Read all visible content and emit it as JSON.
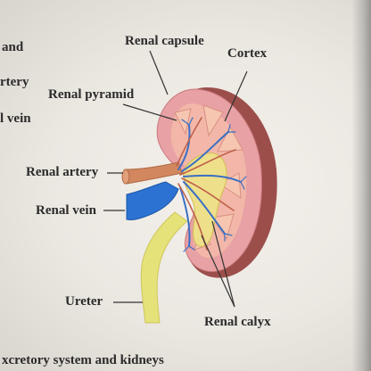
{
  "left_cut_text": [
    "and",
    "rtery",
    "l vein"
  ],
  "labels": {
    "renal_capsule": "Renal capsule",
    "cortex": "Cortex",
    "renal_pyramid": "Renal pyramid",
    "renal_artery": "Renal artery",
    "renal_vein": "Renal vein",
    "ureter": "Ureter",
    "renal_calyx": "Renal calyx"
  },
  "caption": "xcretory system and kidneys",
  "colors": {
    "capsule_shadow": "#9c4e4b",
    "cortex": "#e8a1a4",
    "medulla": "#f3b9a8",
    "pelvis": "#eee08a",
    "artery": "#d2875f",
    "vein": "#2c72d2",
    "ureter": "#e6e27a"
  }
}
